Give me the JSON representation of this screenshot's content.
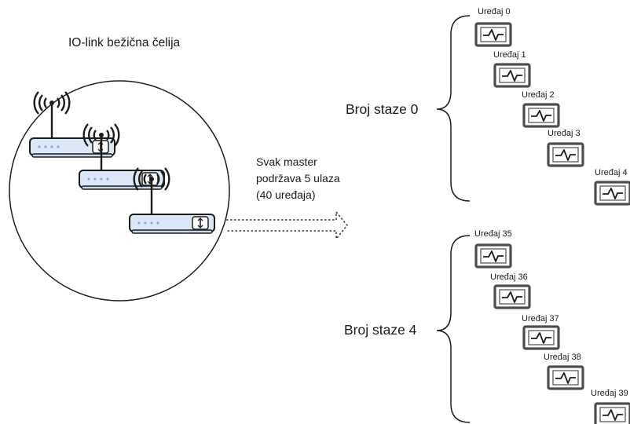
{
  "cell": {
    "title": "IO-link bežična čelija"
  },
  "note": {
    "lines": [
      "Svak master",
      "podržava 5 ulaza",
      "(40 uređaja)"
    ]
  },
  "groups": [
    {
      "track_label": "Broj staze 0",
      "devices": [
        "Uređaj 0",
        "Uređaj 1",
        "Uređaj 2",
        "Uređaj 3",
        "Uređaj 4"
      ]
    },
    {
      "track_label": "Broj staze 4",
      "devices": [
        "Uređaj 35",
        "Uređaj 36",
        "Uređaj 37",
        "Uređaj 38",
        "Uređaj 39"
      ]
    }
  ],
  "icons": {
    "router": "wireless-router-icon",
    "device": "sensor-device-icon"
  },
  "colors": {
    "router_fill": "#dbe8f7",
    "stroke": "#1c1c1c",
    "device_stroke": "#4d4d4d",
    "arrow": "#333333"
  }
}
